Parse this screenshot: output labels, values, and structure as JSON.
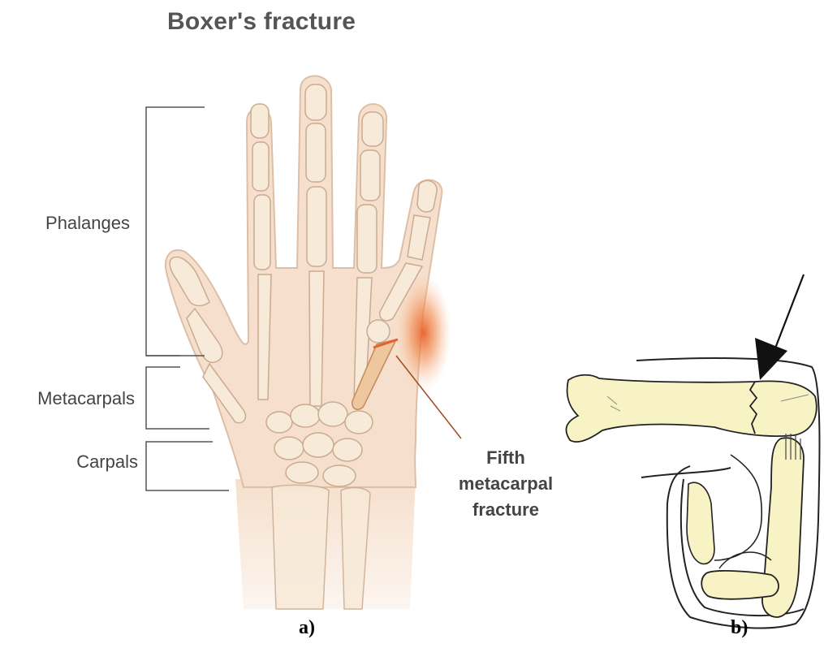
{
  "figure": {
    "title": "Boxer's fracture",
    "labels": {
      "phalanges": "Phalanges",
      "metacarpals": "Metacarpals",
      "carpals": "Carpals",
      "fracture_line1": "Fifth",
      "fracture_line2": "metacarpal",
      "fracture_line3": "fracture"
    },
    "panels": {
      "a": "a)",
      "b": "b)"
    }
  },
  "colors": {
    "skin": "#f6dfcc",
    "skin_outline": "#d9b9a0",
    "bone": "#f8ead8",
    "bone_outline": "#c9ab90",
    "injury": "#e8612a",
    "fracture_bone": "#efc79e",
    "xray_bone": "#f8f3c4",
    "line": "#333333"
  }
}
